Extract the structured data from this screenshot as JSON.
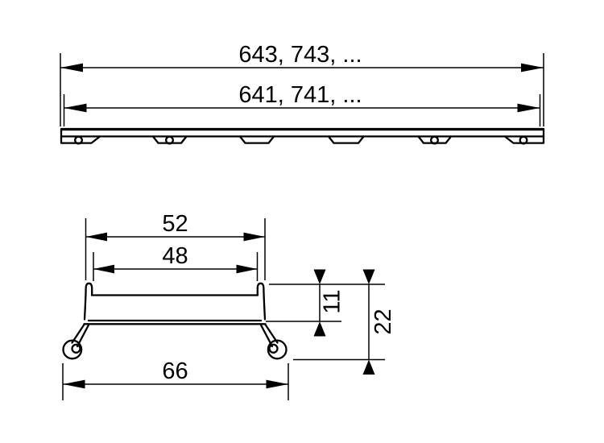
{
  "colors": {
    "background": "#ffffff",
    "line": "#000000"
  },
  "side_view": {
    "dim_overall_length": "643, 743, ...",
    "dim_inner_length": "641, 741, ..."
  },
  "cross_section": {
    "dim_outer_width": "52",
    "dim_inner_width": "48",
    "dim_base_width": "66",
    "dim_channel_depth": "11",
    "dim_total_height": "22"
  }
}
